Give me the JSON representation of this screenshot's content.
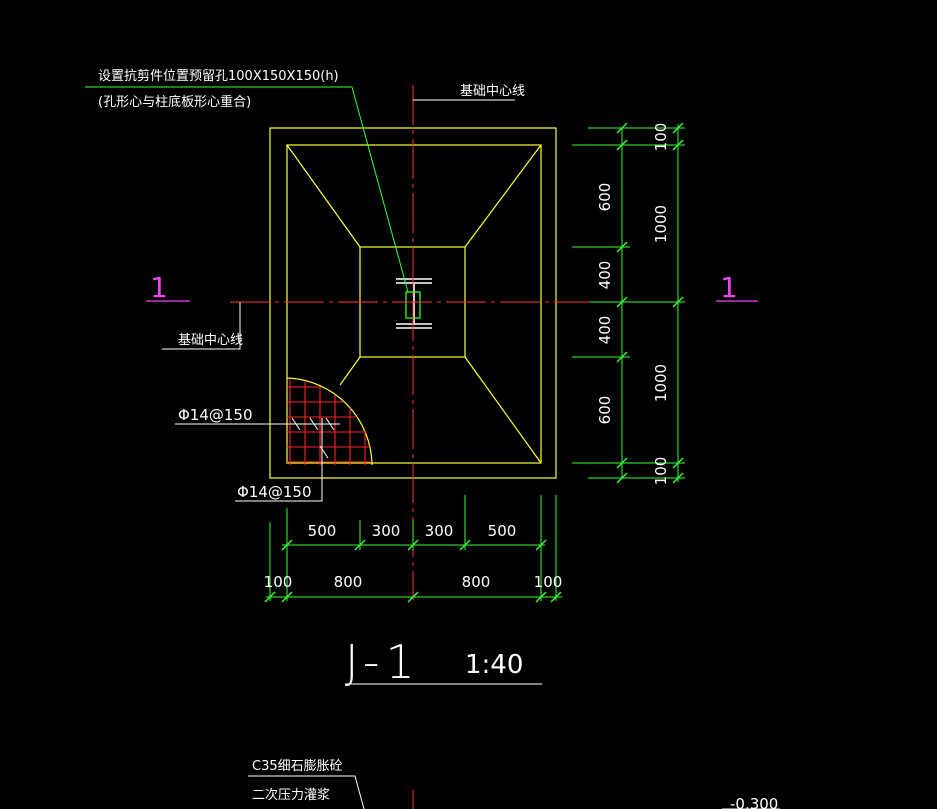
{
  "colors": {
    "background": "#000000",
    "outline": "#ffff33",
    "dimension": "#33ff33",
    "centerline": "#ff3333",
    "rebar": "#ff2222",
    "section_mark": "#ee44ee",
    "text": "#ffffff"
  },
  "notes": {
    "hole_line1": "设置抗剪件位置预留孔100X150X150(h)",
    "hole_line2": "(孔形心与柱底板形心重合)",
    "centerline_top": "基础中心线",
    "centerline_left": "基础中心线",
    "rebar_1": "Φ14@150",
    "rebar_2": "Φ14@150",
    "grout_line1": "C35细石膨胀砼",
    "grout_line2": "二次压力灌浆",
    "elevation": "-0.300"
  },
  "section_marks": {
    "left": "1",
    "right": "1"
  },
  "dimensions": {
    "right_inner": [
      "100",
      "600",
      "400",
      "400",
      "600",
      "100"
    ],
    "right_outer": [
      "1000",
      "1000"
    ],
    "bottom_inner": [
      "500",
      "300",
      "300",
      "500"
    ],
    "bottom_outer": [
      "100",
      "800",
      "800",
      "100"
    ]
  },
  "title": {
    "label": "J-1",
    "scale": "1:40"
  }
}
